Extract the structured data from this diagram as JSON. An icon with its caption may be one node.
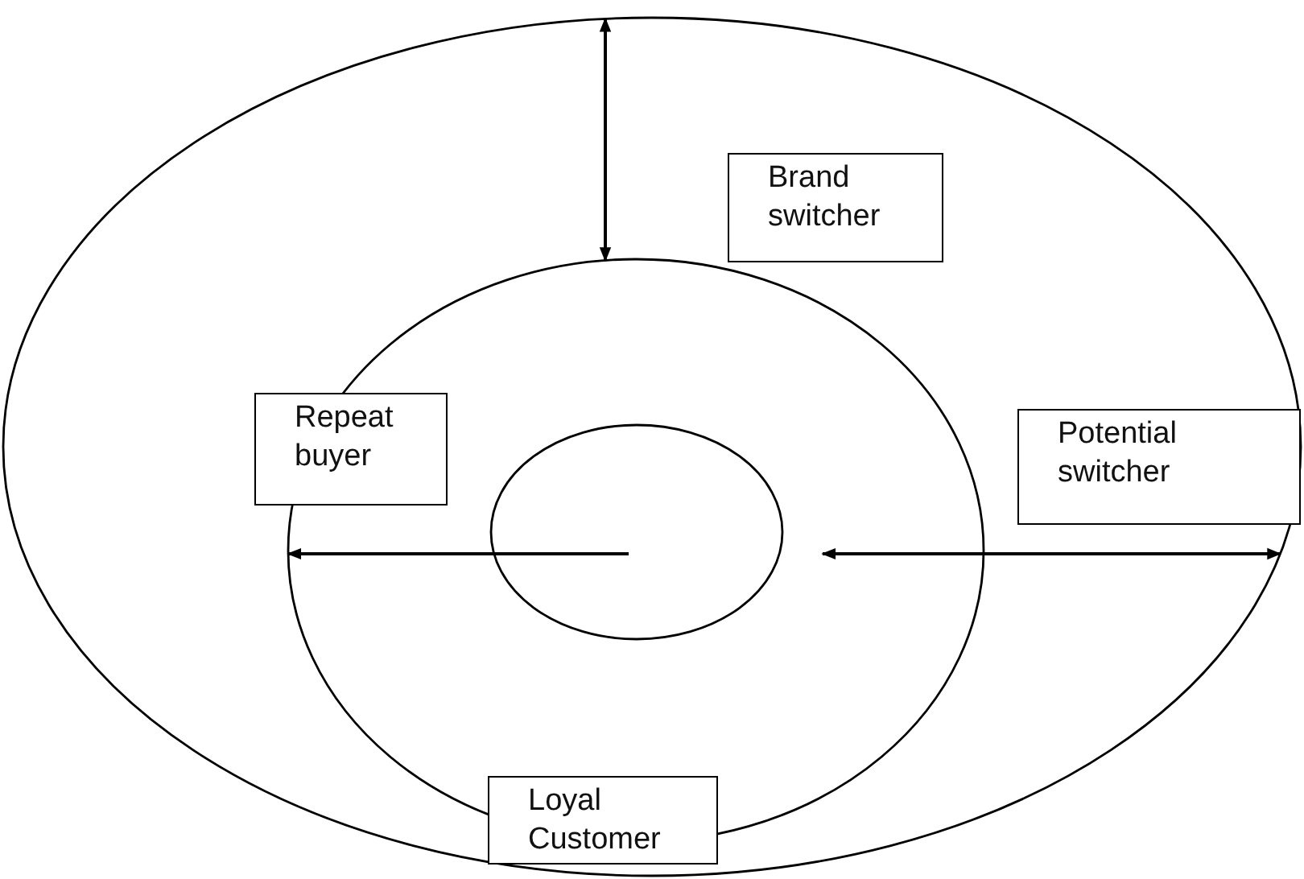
{
  "diagram": {
    "nodes": [
      {
        "text": [],
        "shape": "circle"
      },
      {
        "text": [],
        "shape": "circle",
        "in": 0
      },
      {
        "text": [],
        "shape": "circle",
        "in": 1
      },
      {
        "text": [
          "Brand switcher"
        ],
        "in": 0
      },
      {
        "text": [
          "Repeat buyer"
        ],
        "in": 0
      },
      {
        "text": [
          "Potential switcher"
        ],
        "in": 0
      },
      {
        "text": [
          "Loyal Customer"
        ],
        "in": 0
      }
    ],
    "edges": [
      {
        "from": 0,
        "to": 1,
        "arrow": "both"
      },
      {
        "from": 2,
        "to": 1,
        "arrow": "to"
      },
      {
        "from": 2,
        "to": 0,
        "arrow": "both"
      }
    ]
  }
}
